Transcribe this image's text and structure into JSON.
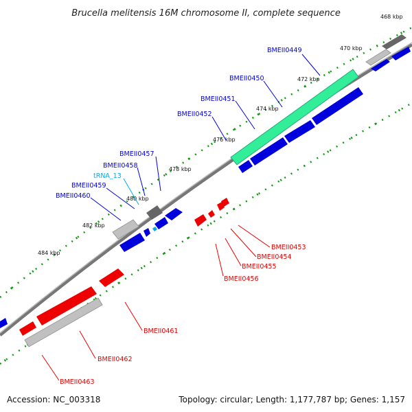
{
  "title": "Brucella melitensis 16M chromosome II, complete sequence",
  "footer": {
    "accession": "Accession: NC_003318",
    "summary": "Topology: circular; Length: 1,177,787 bp; Genes: 1,157"
  },
  "colors": {
    "forward_gene": "#0000dd",
    "reverse_gene": "#ee0000",
    "pseudo_gene": "#c0c0c0",
    "dark_gene": "#666666",
    "rna_gene": "#33ee99",
    "trna_label": "#00aaee",
    "backbone": "#777777",
    "tick": "#119911"
  },
  "kbp_ticks": [
    {
      "label": "468 kbp"
    },
    {
      "label": "470 kbp"
    },
    {
      "label": "472 kbp"
    },
    {
      "label": "474 kbp"
    },
    {
      "label": "476 kbp"
    },
    {
      "label": "478 kbp"
    },
    {
      "label": "480 kbp"
    },
    {
      "label": "482 kbp"
    },
    {
      "label": "484 kbp"
    }
  ],
  "forward_labels": [
    {
      "label": "BMEII0449"
    },
    {
      "label": "BMEII0450"
    },
    {
      "label": "BMEII0451"
    },
    {
      "label": "BMEII0452"
    },
    {
      "label": "BMEII0457"
    },
    {
      "label": "BMEII0458"
    },
    {
      "label": "tRNA_13"
    },
    {
      "label": "BMEII0459"
    },
    {
      "label": "BMEII0460"
    }
  ],
  "reverse_labels": [
    {
      "label": "BMEII0453"
    },
    {
      "label": "BMEII0454"
    },
    {
      "label": "BMEII0455"
    },
    {
      "label": "BMEII0456"
    },
    {
      "label": "BMEII0461"
    },
    {
      "label": "BMEII0462"
    },
    {
      "label": "BMEII0463"
    }
  ]
}
